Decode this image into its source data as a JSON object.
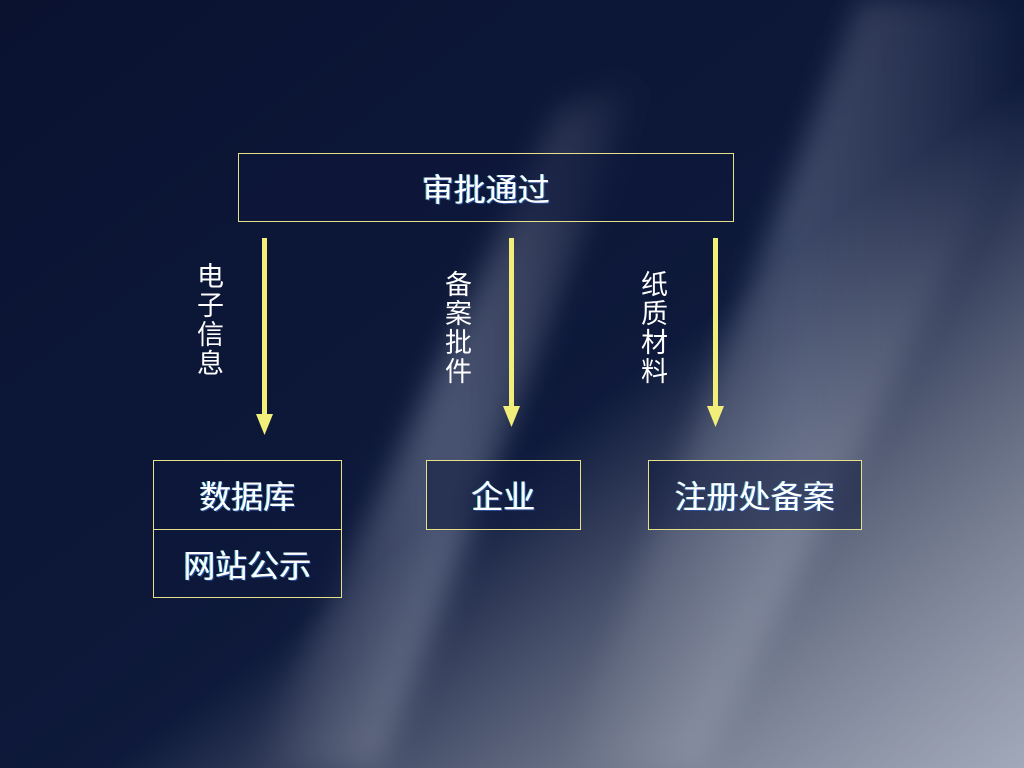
{
  "colors": {
    "background": "#0b1533",
    "border": "#e6e08a",
    "arrow": "#f2ee7a",
    "text": "#ffffff"
  },
  "top_box": {
    "label": "审批通过"
  },
  "arrows": [
    {
      "label": "电子信息"
    },
    {
      "label": "备案批件"
    },
    {
      "label": "纸质材料"
    }
  ],
  "targets": {
    "database": "数据库",
    "website": "网站公示",
    "enterprise": "企业",
    "registry": "注册处备案"
  }
}
